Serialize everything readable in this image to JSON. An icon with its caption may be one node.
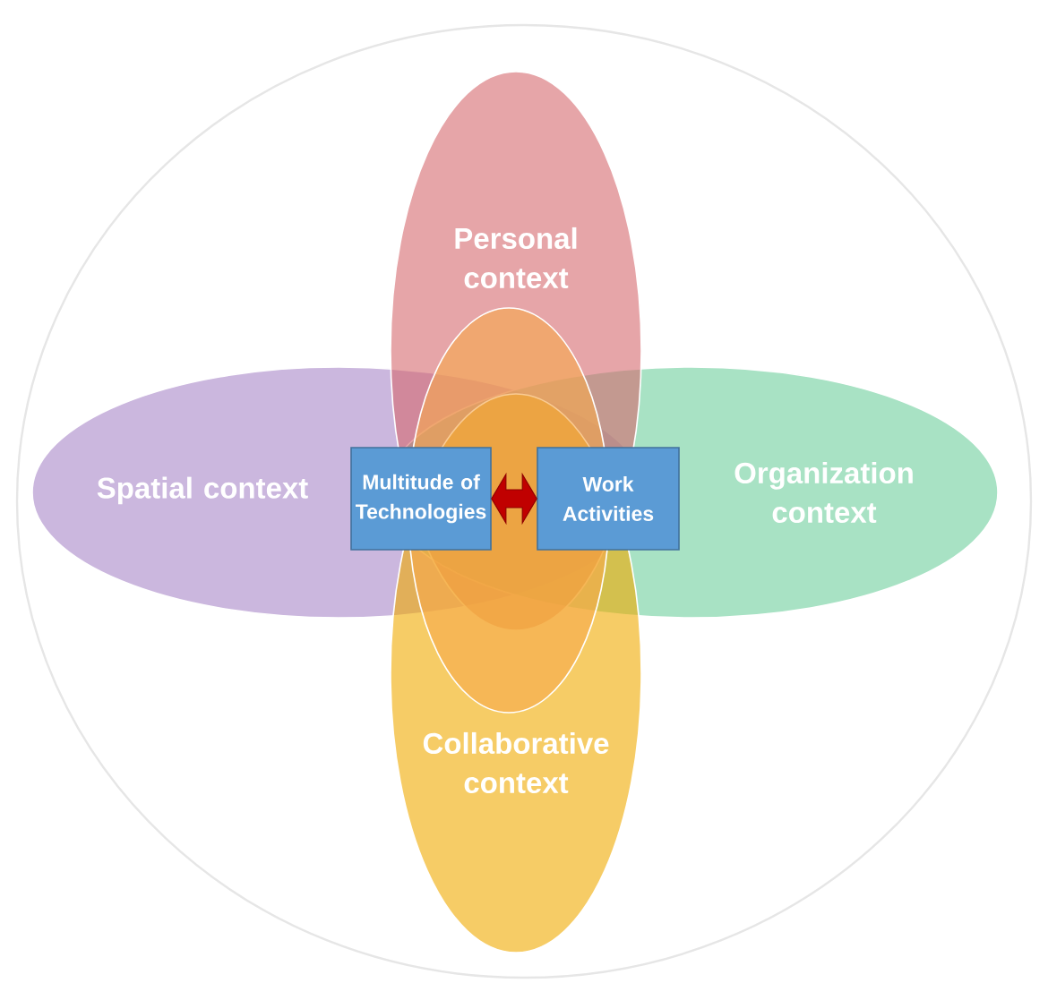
{
  "diagram": {
    "nodes": [
      {
        "text": [],
        "shape": "circle"
      },
      {
        "text": [
          "Personal context"
        ],
        "in": 0
      },
      {
        "text": [],
        "shape": "circle",
        "in": 0
      },
      {
        "text": [
          "Spatial context"
        ],
        "in": 0
      },
      {
        "text": [
          "Multitude of Technologies"
        ],
        "in": 3
      },
      {
        "text": [
          "Work Activities"
        ],
        "in": 6
      },
      {
        "text": [
          "Organization context"
        ],
        "in": 0
      },
      {
        "text": [
          "Collaborative context"
        ],
        "in": 0
      }
    ],
    "edges": [
      {
        "from": 4,
        "to": 5,
        "arrow": "both",
        "style": "thick",
        "color": "#c00000"
      }
    ]
  }
}
